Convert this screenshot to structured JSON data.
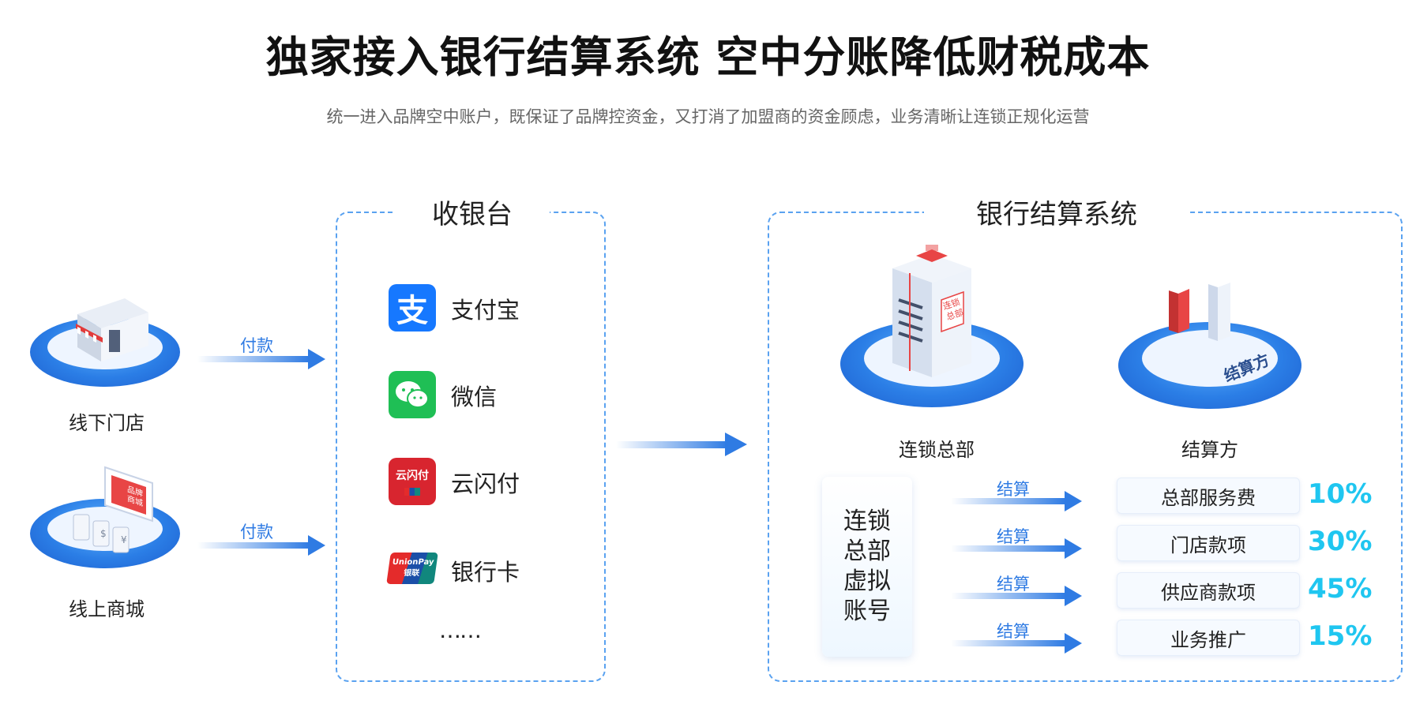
{
  "header": {
    "title": "独家接入银行结算系统 空中分账降低财税成本",
    "subtitle": "统一进入品牌空中账户，既保证了品牌控资金，又打消了加盟商的资金顾虑，业务清晰让连锁正规化运营"
  },
  "sources": [
    {
      "label": "线下门店",
      "flow_label": "付款",
      "icon": "storefront-icon"
    },
    {
      "label": "线上商城",
      "flow_label": "付款",
      "icon": "online-mall-icon",
      "screen_text": "品牌\n商城"
    }
  ],
  "cashier": {
    "title": "收银台",
    "methods": [
      {
        "name": "支付宝",
        "icon": "alipay-icon",
        "icon_text": "支",
        "color": "#1678ff"
      },
      {
        "name": "微信",
        "icon": "wechat-icon",
        "color": "#1fbf55"
      },
      {
        "name": "云闪付",
        "icon": "unionpay-quickpass-icon",
        "icon_text": "云闪付",
        "color": "#d8252f"
      },
      {
        "name": "银行卡",
        "icon": "unionpay-card-icon",
        "icon_text": "UnionPay\n银联",
        "color": "#d8252f"
      }
    ],
    "more": "……"
  },
  "bank": {
    "title": "银行结算系统",
    "hq_label": "连锁总部",
    "hq_sign": "连锁\n总部",
    "settler_label": "结算方",
    "settler_sign": "结算方",
    "virtual_account": "连锁\n总部\n虚拟\n账号",
    "settle_label": "结算",
    "allocations": [
      {
        "name": "总部服务费",
        "percent": "10%"
      },
      {
        "name": "门店款项",
        "percent": "30%"
      },
      {
        "name": "供应商款项",
        "percent": "45%"
      },
      {
        "name": "业务推广",
        "percent": "15%"
      }
    ]
  },
  "colors": {
    "accent_blue": "#2f7be3",
    "dashed_border": "#5aa2f0",
    "percent_cyan": "#1fc6f0"
  }
}
